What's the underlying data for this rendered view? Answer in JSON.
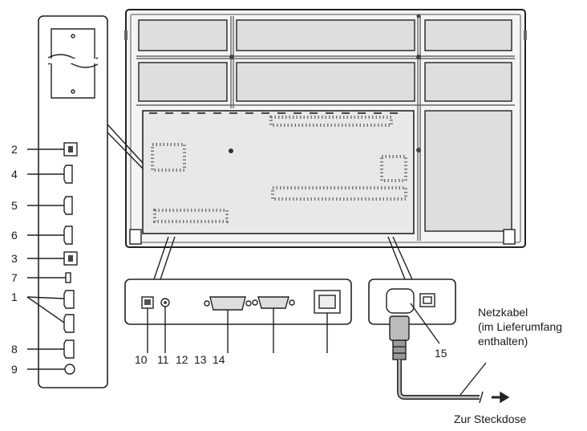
{
  "side_panel_numbers": [
    "2",
    "4",
    "5",
    "6",
    "3",
    "7",
    "1",
    "8",
    "9"
  ],
  "bottom_panel_numbers": [
    "10",
    "11",
    "12",
    "13",
    "14"
  ],
  "power_number": "15",
  "power_cord_label": {
    "line1": "Netzkabel",
    "line2": "(im Lieferumfang",
    "line3": "enthalten)"
  },
  "outlet_label": "Zur Steckdose"
}
